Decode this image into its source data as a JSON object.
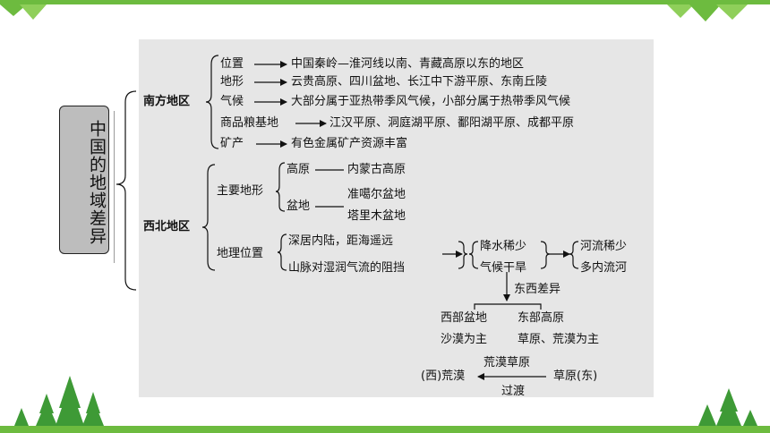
{
  "title": "中国的地域差异",
  "south": {
    "label": "南方地区",
    "items": [
      {
        "key": "位置",
        "value": "中国秦岭—淮河线以南、青藏高原以东的地区"
      },
      {
        "key": "地形",
        "value": "云贵高原、四川盆地、长江中下游平原、东南丘陵"
      },
      {
        "key": "气候",
        "value": "大部分属于亚热带季风气候，小部分属于热带季风气候"
      },
      {
        "key": "商品粮基地",
        "value": "江汉平原、洞庭湖平原、鄱阳湖平原、成都平原"
      },
      {
        "key": "矿产",
        "value": "有色金属矿产资源丰富"
      }
    ]
  },
  "northwest": {
    "label": "西北地区",
    "terrain": {
      "label": "主要地形",
      "plateau_key": "高原",
      "plateau_value": "内蒙古高原",
      "basin_key": "盆地",
      "basins": [
        "准噶尔盆地",
        "塔里木盆地"
      ]
    },
    "geo": {
      "label": "地理位置",
      "causes": [
        "深居内陆，距海遥远",
        "山脉对湿润气流的阻挡"
      ],
      "climate": [
        "降水稀少",
        "气候干旱"
      ],
      "rivers": [
        "河流稀少",
        "多内流河"
      ]
    },
    "east_west": {
      "label": "东西差异",
      "west_title": "西部盆地",
      "west_desc": "沙漠为主",
      "east_title": "东部高原",
      "east_desc": "草原、荒漠为主"
    },
    "transition": {
      "top": "荒漠草原",
      "left": "(西)荒漠",
      "right": "草原(东)",
      "bottom": "过渡"
    }
  },
  "colors": {
    "accent_green": "#6dbb3f",
    "panel_gray": "#e6e6e6",
    "title_gray": "#bdbdbd"
  }
}
